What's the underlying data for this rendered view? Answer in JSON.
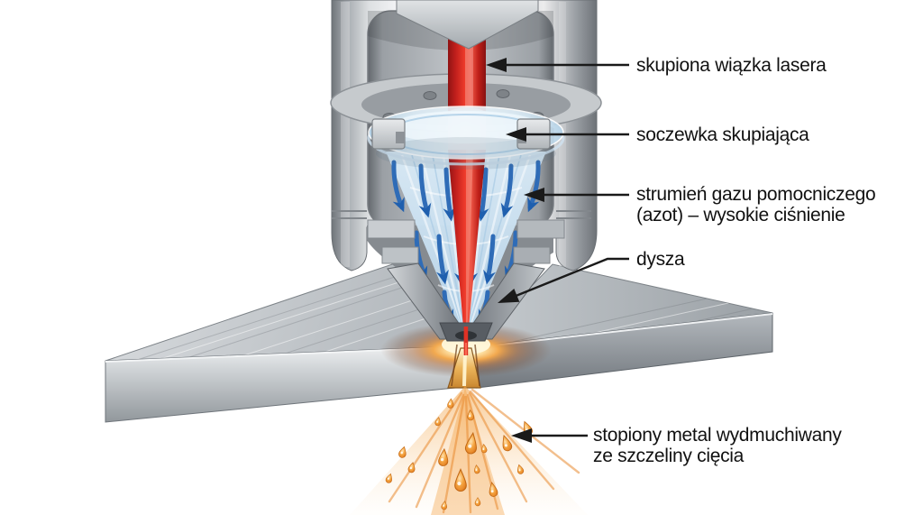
{
  "diagram": {
    "subject": "laser-cutting-head-cross-section",
    "labels": {
      "laser_beam": {
        "text": "skupiona wiązka lasera"
      },
      "lens": {
        "text": "soczewka skupiająca"
      },
      "gas": {
        "line1": "strumień gazu pomocniczego",
        "line2": "(azot) – wysokie ciśnienie"
      },
      "nozzle": {
        "text": "dysza"
      },
      "molten": {
        "line1": "stopiony metal wydmuchiwany",
        "line2": "ze szczeliny cięcia"
      }
    },
    "colors": {
      "laser_red": "#e03125",
      "gas_arrow_blue": "#2f6cb7",
      "gas_cone_blue": "#cde2f2",
      "molten_orange": "#e8882a",
      "metal_gray": "#b5babe",
      "label_text": "#111111",
      "background": "#ffffff"
    }
  }
}
